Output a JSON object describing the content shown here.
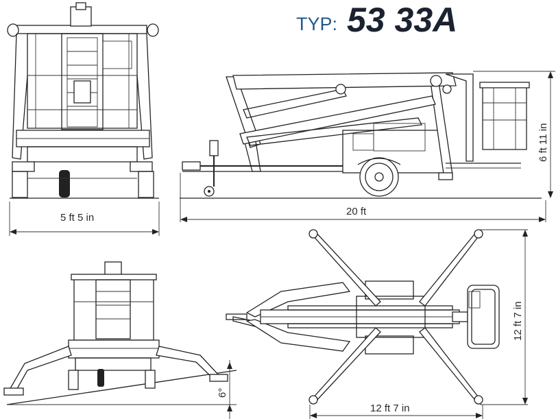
{
  "title": {
    "prefix": "TYP:",
    "model": "53 33A"
  },
  "dimensions": {
    "front_width": "5 ft 5 in",
    "side_length": "20 ft",
    "side_height": "6 ft 11 in",
    "top_width": "12 ft 7 in",
    "top_length": "12 ft 7 in",
    "slope_angle": "6°"
  },
  "colors": {
    "title_prefix": "#1f5a8c",
    "title_model": "#1b2230",
    "line": "#222222"
  }
}
